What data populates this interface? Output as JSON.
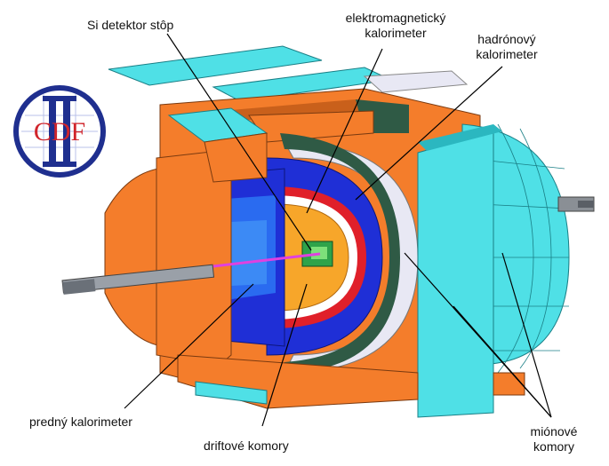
{
  "logo": {
    "text": "CDF",
    "numeral": "II",
    "colors": {
      "ring": "#1f2f8f",
      "letters": "#d0242b"
    }
  },
  "labels": {
    "si_detector": "Si  detektor stôp",
    "em_calorimeter_1": "elektromagnetický",
    "em_calorimeter_2": "kalorimeter",
    "hadronic_calorimeter_1": "hadrónový",
    "hadronic_calorimeter_2": "kalorimeter",
    "forward_calorimeter": "predný kalorimeter",
    "drift_chambers": "driftové komory",
    "muon_chambers_1": "miónové",
    "muon_chambers_2": "komory"
  },
  "colors": {
    "steel": "#f47d2b",
    "steel_dark": "#c9601b",
    "muon": "#4fe0e6",
    "muon_dark": "#2bb7c0",
    "hadronic": "#e8e8f4",
    "em_blue": "#1f2fd6",
    "red_layer": "#e0202a",
    "drift": "#f7a62a",
    "inner_green": "#2ea34a",
    "dark_green": "#2f5a45"
  }
}
